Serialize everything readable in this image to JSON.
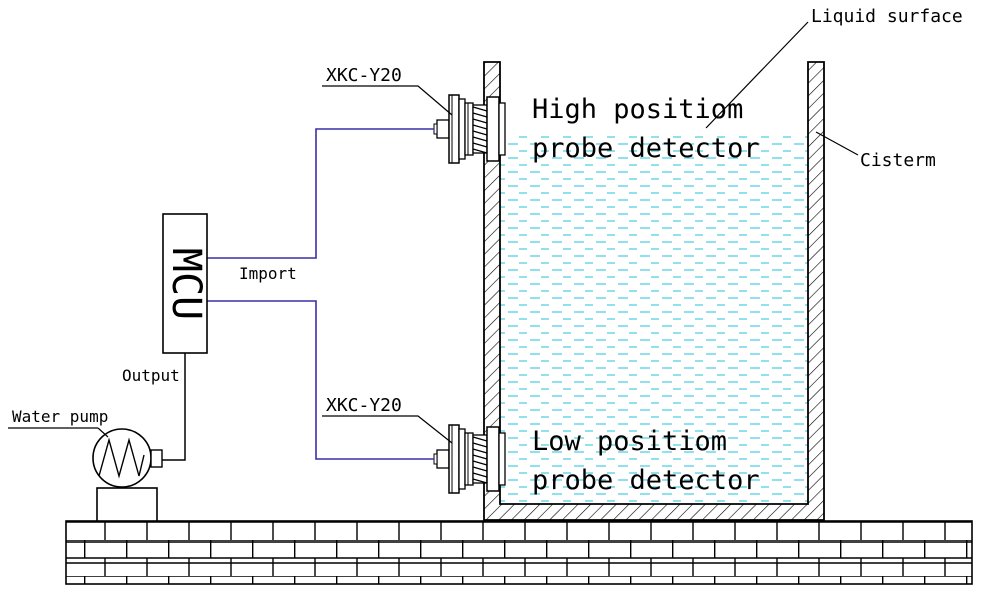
{
  "labels": {
    "liquid_surface": "Liquid surface",
    "cistern": "Cisterm",
    "sensor_top_model": "XKC-Y20",
    "sensor_bottom_model": "XKC-Y20",
    "high_probe_line1": "High positiom",
    "high_probe_line2": "probe detector",
    "low_probe_line1": "Low positiom",
    "low_probe_line2": "probe detector",
    "mcu": "MCU",
    "import": "Import",
    "output": "Output",
    "water_pump": "Water pump"
  },
  "colors": {
    "line": "#000000",
    "signal_wire": "#3a2fa8",
    "water_dash": "#5fd4e6",
    "background": "#ffffff"
  }
}
